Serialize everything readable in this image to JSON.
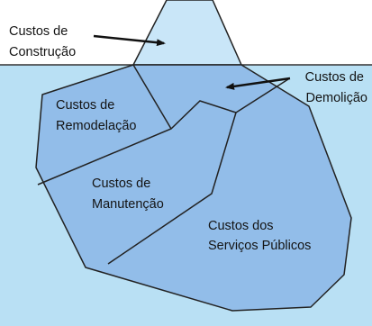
{
  "diagram": {
    "labels": {
      "construction": [
        "Custos de",
        "Construção"
      ],
      "demolition": [
        "Custos de",
        "Demolição"
      ],
      "remodeling": [
        "Custos de",
        "Remodelação"
      ],
      "maintenance": [
        "Custos de",
        "Manutenção"
      ],
      "public_services": [
        "Custos dos",
        "Serviços Públicos"
      ]
    },
    "colors": {
      "water": "#b9e0f4",
      "ice_above": "#c9e6f8",
      "ice_below": "#92bde9",
      "outline": "#222222",
      "text": "#141414"
    }
  }
}
